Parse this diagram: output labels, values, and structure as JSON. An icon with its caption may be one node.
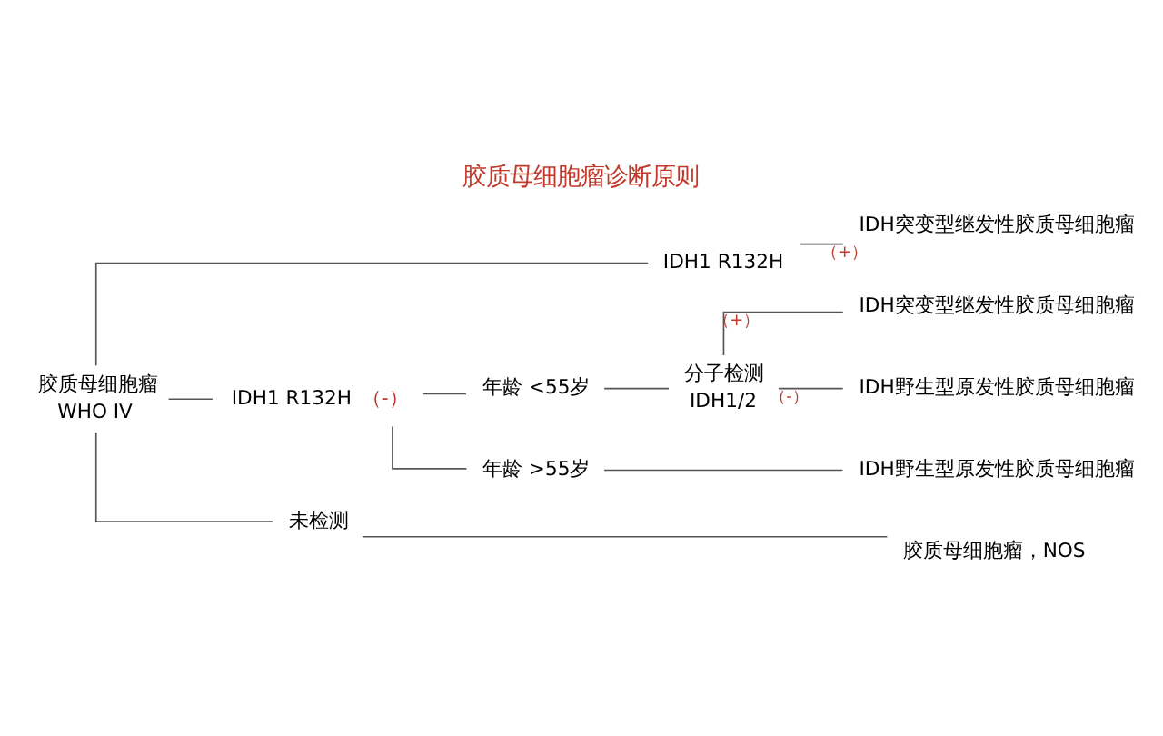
{
  "diagram": {
    "title": "胶质母细胞瘤诊断原则",
    "nodes": [
      {
        "text": [
          "胶质母细胞瘤",
          "WHO IV"
        ]
      },
      {
        "text": [
          "IDH1 R132H"
        ]
      },
      {
        "text": [
          "IDH1 R132H"
        ],
        "beside": [
          "（-）"
        ]
      },
      {
        "text": [
          "未检测"
        ]
      },
      {
        "text": [
          "IDH突变型继发性胶质母细胞瘤"
        ]
      },
      {
        "text": [
          "年龄 <55岁"
        ]
      },
      {
        "text": [
          "年龄 >55岁"
        ]
      },
      {
        "text": [
          "分子检测",
          "IDH1/2"
        ]
      },
      {
        "text": [
          "IDH突变型继发性胶质母细胞瘤"
        ]
      },
      {
        "text": [
          "IDH野生型原发性胶质母细胞瘤"
        ]
      },
      {
        "text": [
          "IDH野生型原发性胶质母细胞瘤"
        ]
      },
      {
        "text": [
          "胶质母细胞瘤，NOS"
        ]
      }
    ],
    "edges": [
      {
        "from": 0,
        "to": 1,
        "arrow": "none"
      },
      {
        "from": 0,
        "to": 2,
        "arrow": "none"
      },
      {
        "from": 0,
        "to": 3,
        "arrow": "none"
      },
      {
        "from": 1,
        "to": 4,
        "arrow": "none",
        "label": "（+）"
      },
      {
        "from": 2,
        "to": 5,
        "arrow": "none"
      },
      {
        "from": 2,
        "to": 6,
        "arrow": "none"
      },
      {
        "from": 5,
        "to": 7,
        "arrow": "none"
      },
      {
        "from": 7,
        "to": 8,
        "arrow": "none",
        "label": "（+）"
      },
      {
        "from": 7,
        "to": 9,
        "arrow": "none",
        "label": "（-）"
      },
      {
        "from": 6,
        "to": 10,
        "arrow": "none"
      },
      {
        "from": 3,
        "to": 11,
        "arrow": "none"
      }
    ]
  }
}
